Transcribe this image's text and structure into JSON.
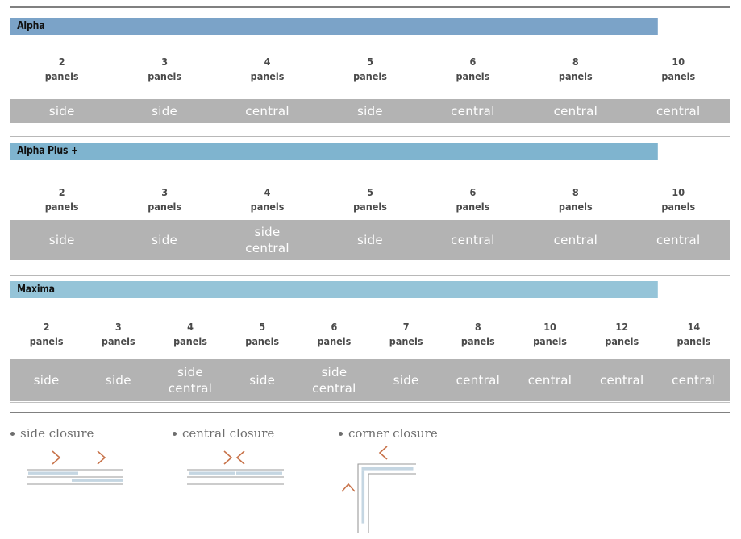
{
  "page": {
    "accent_blue": "#7ba3c8",
    "accent_blue_light": "#8fc0d6",
    "band_grey": "#b3b3b3",
    "rule_grey": "#808080",
    "arrow_orange": "#c8734a",
    "pane_blue": "#c5d6e2"
  },
  "sections": [
    {
      "title": "Alpha",
      "header_color": "#7ba3c8",
      "columns": [
        {
          "num": "2",
          "unit": "panels",
          "closure": "side"
        },
        {
          "num": "3",
          "unit": "panels",
          "closure": "side"
        },
        {
          "num": "4",
          "unit": "panels",
          "closure": "central"
        },
        {
          "num": "5",
          "unit": "panels",
          "closure": "side"
        },
        {
          "num": "6",
          "unit": "panels",
          "closure": "central"
        },
        {
          "num": "8",
          "unit": "panels",
          "closure": "central"
        },
        {
          "num": "10",
          "unit": "panels",
          "closure": "central"
        }
      ]
    },
    {
      "title": "Alpha Plus +",
      "header_color": "#7fb4cf",
      "columns": [
        {
          "num": "2",
          "unit": "panels",
          "closure": "side"
        },
        {
          "num": "3",
          "unit": "panels",
          "closure": "side"
        },
        {
          "num": "4",
          "unit": "panels",
          "closure": "side\ncentral"
        },
        {
          "num": "5",
          "unit": "panels",
          "closure": "side"
        },
        {
          "num": "6",
          "unit": "panels",
          "closure": "central"
        },
        {
          "num": "8",
          "unit": "panels",
          "closure": "central"
        },
        {
          "num": "10",
          "unit": "panels",
          "closure": "central"
        }
      ]
    },
    {
      "title": "Maxima",
      "header_color": "#95c4d8",
      "columns": [
        {
          "num": "2",
          "unit": "panels",
          "closure": "side"
        },
        {
          "num": "3",
          "unit": "panels",
          "closure": "side"
        },
        {
          "num": "4",
          "unit": "panels",
          "closure": "side\ncentral"
        },
        {
          "num": "5",
          "unit": "panels",
          "closure": "side"
        },
        {
          "num": "6",
          "unit": "panels",
          "closure": "side\ncentral"
        },
        {
          "num": "7",
          "unit": "panels",
          "closure": "side"
        },
        {
          "num": "8",
          "unit": "panels",
          "closure": "central"
        },
        {
          "num": "10",
          "unit": "panels",
          "closure": "central"
        },
        {
          "num": "12",
          "unit": "panels",
          "closure": "central"
        },
        {
          "num": "14",
          "unit": "panels",
          "closure": "central"
        }
      ]
    }
  ],
  "legend": {
    "items": [
      {
        "label": "side closure",
        "icon": "side-closure-diagram"
      },
      {
        "label": "central closure",
        "icon": "central-closure-diagram"
      },
      {
        "label": "corner closure",
        "icon": "corner-closure-diagram"
      }
    ]
  }
}
